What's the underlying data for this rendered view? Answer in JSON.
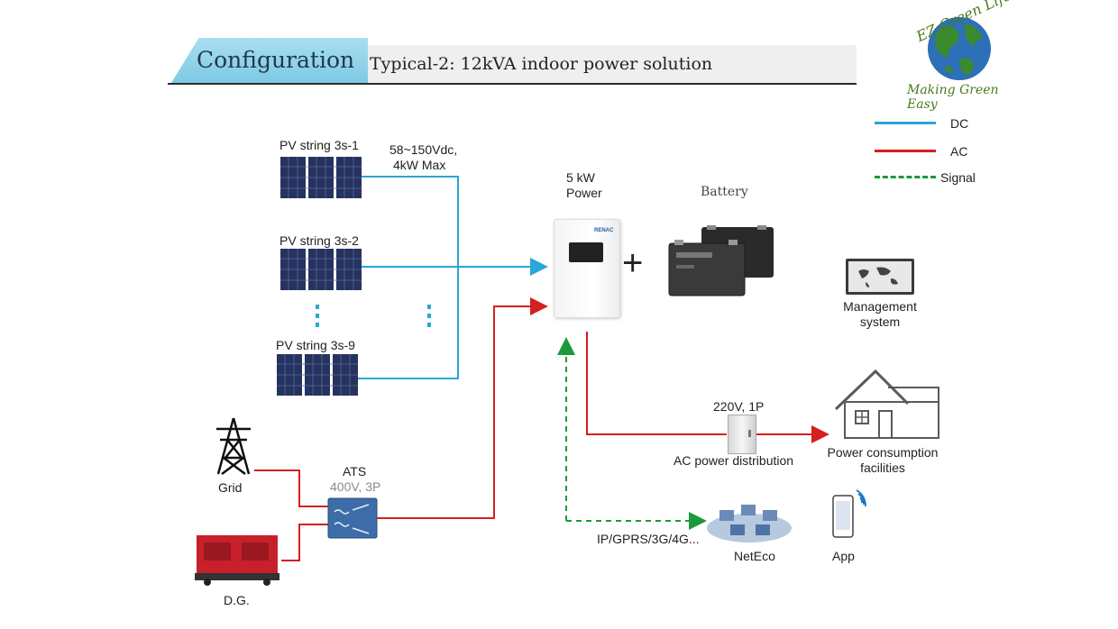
{
  "header": {
    "tab_title": "Configuration",
    "subtitle": "Typical-2: 12kVA indoor power solution"
  },
  "logo": {
    "name": "EZ Green Life",
    "tagline": "Making Green Easy"
  },
  "legend": {
    "dc": "DC",
    "ac": "AC",
    "signal": "Signal",
    "colors": {
      "dc": "#2aa6d9",
      "ac": "#d61f1f",
      "signal": "#1a9a3a"
    }
  },
  "pv": {
    "string1": "PV string 3s-1",
    "string2": "PV string 3s-2",
    "string9": "PV string 3s-9",
    "spec_line1": "58~150Vdc,",
    "spec_line2": "4kW Max"
  },
  "power": {
    "label_line1": "5 kW",
    "label_line2": "Power",
    "brand": "RENAC"
  },
  "battery": {
    "label": "Battery"
  },
  "management": {
    "label_line1": "Management",
    "label_line2": "system"
  },
  "distribution": {
    "spec": "220V, 1P",
    "label": "AC power distribution"
  },
  "facilities": {
    "label_line1": "Power consumption",
    "label_line2": "facilities"
  },
  "grid": {
    "label": "Grid"
  },
  "ats": {
    "label": "ATS",
    "spec": "400V, 3P"
  },
  "generator": {
    "label": "D.G."
  },
  "comm": {
    "label": "IP/GPRS/3G/4G..."
  },
  "neteco": {
    "label": "NetEco"
  },
  "app": {
    "label": "App"
  },
  "symbols": {
    "plus": "+"
  }
}
